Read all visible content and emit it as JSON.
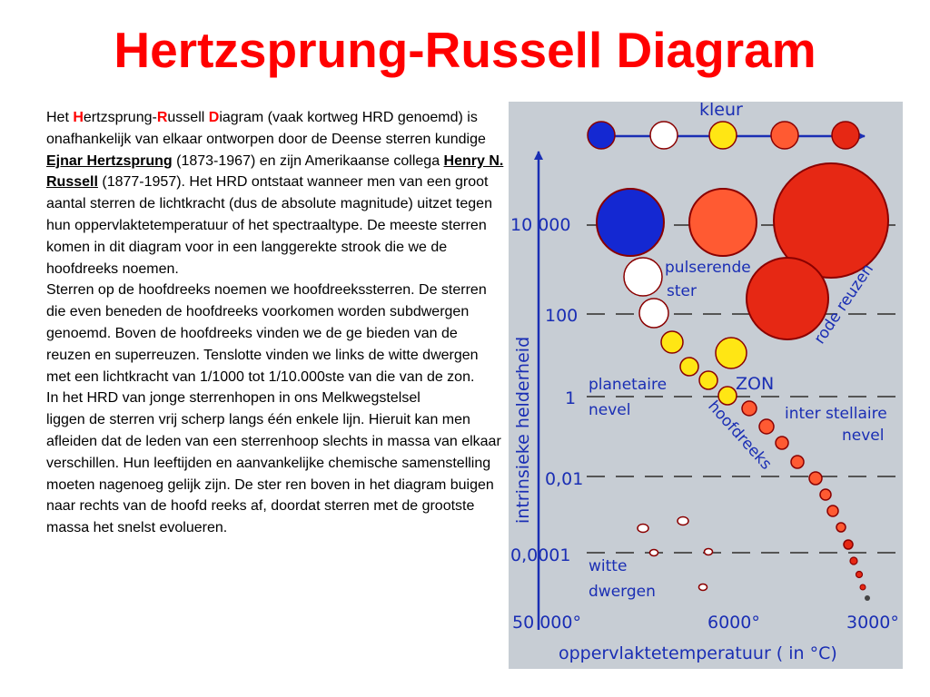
{
  "title": "Hertzsprung-Russell Diagram",
  "paragraph": {
    "p1_a": "Het ",
    "p1_h": "H",
    "p1_b": "ertzsprung-",
    "p1_r": "R",
    "p1_c": "ussell ",
    "p1_d": "D",
    "p1_e": "iagram (vaak kortweg HRD genoemd) is onafhankelijk van elkaar ontworpen door de Deense sterren kundige ",
    "p1_link1": "Ejnar Hertzsprung",
    "p1_f": " (1873-1967) en zijn Amerikaanse collega ",
    "p1_link2": "Henry N. Russell",
    "p1_g": " (1877-1957). Het HRD ontstaat wanneer men van een groot aantal sterren de lichtkracht (dus de absolute magnitude) uitzet tegen hun oppervlaktetemperatuur of het spectraaltype. De meeste sterren komen in dit diagram voor in een langgerekte strook die we de hoofdreeks noemen.",
    "p2": "Sterren op de hoofdreeks noemen we hoofdreekssterren. De sterren die even beneden de hoofdreeks voorkomen worden subdwergen genoemd. Boven de hoofdreeks vinden we de ge bieden van de reuzen en superreuzen. Tenslotte vinden we links de witte dwergen met een lichtkracht van 1/1000 tot 1/10.000ste van die van de zon.",
    "p3": "In het HRD van jonge sterrenhopen in ons Melkwegstelsel",
    "p4": "liggen de sterren vrij scherp langs één enkele lijn. Hieruit kan men afleiden dat de leden van een sterrenhoop slechts in massa van elkaar verschillen. Hun leeftijden en aanvankelijke chemische samenstelling moeten nagenoeg gelijk zijn. De ster ren boven in het diagram buigen naar rechts van de hoofd reeks af, doordat sterren met de grootste massa het snelst evolueren."
  },
  "diagram": {
    "colors": {
      "background": "#c7cdd4",
      "text": "#1a2eb4",
      "blue_star": "#1428d2",
      "white_star": "#ffffff",
      "yellow_star": "#ffe614",
      "orange_star": "#ff5a32",
      "red_star": "#e62814"
    },
    "kleur_label": "kleur",
    "y_axis_label": "intrinsieke helderheid",
    "x_axis_label": "oppervlaktetemperatuur  ( in °C)",
    "y_ticks": [
      "10 000",
      "100",
      "1",
      "0,01",
      "0,0001"
    ],
    "x_ticks": [
      "50 000°",
      "6000°",
      "3000°"
    ],
    "labels": {
      "pulserende_1": "pulserende",
      "pulserende_2": "ster",
      "rode_reuzen": "rode reuzen",
      "planetaire_1": "planetaire",
      "planetaire_2": "nevel",
      "zon": "ZON",
      "interstellaire_1": "inter stellaire",
      "interstellaire_2": "nevel",
      "hoofdreeks": "hoofdreeks",
      "witte_1": "witte",
      "witte_2": "dwergen"
    }
  }
}
